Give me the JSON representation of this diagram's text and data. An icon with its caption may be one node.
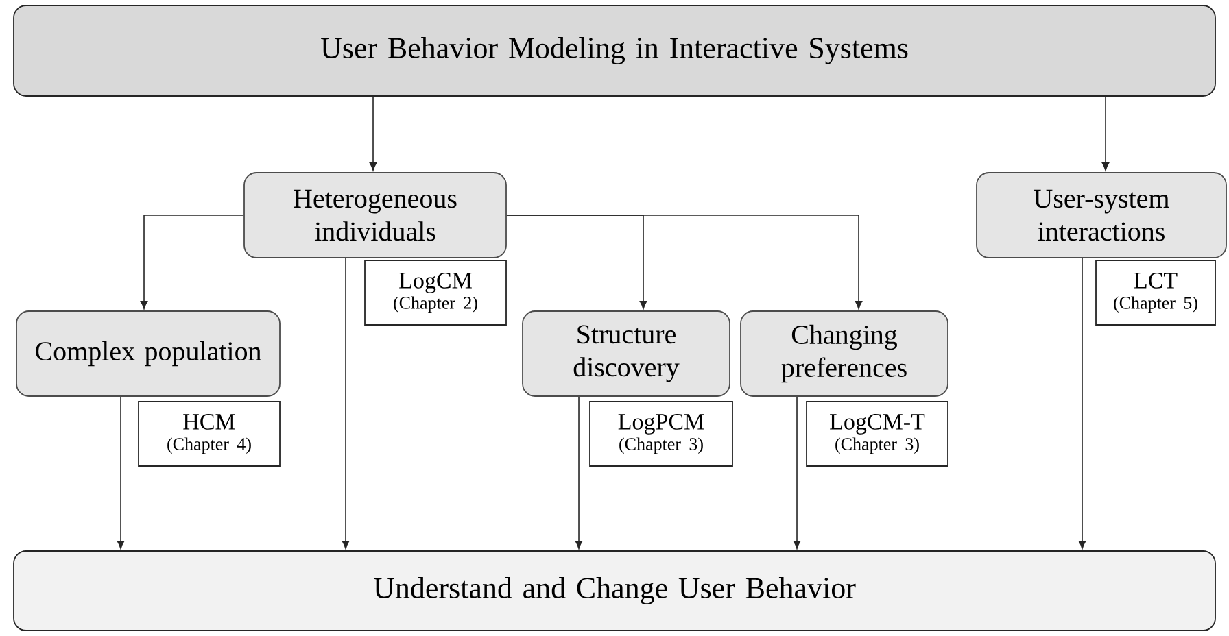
{
  "diagram": {
    "nodes": [
      {
        "text": [
          "User Behavior Modeling in Interactive Systems"
        ]
      },
      {
        "text": [
          "Heterogeneous individuals"
        ]
      },
      {
        "text": [
          "User-system interactions"
        ]
      },
      {
        "text": [
          "Complex population"
        ]
      },
      {
        "text": [
          "Structure discovery"
        ]
      },
      {
        "text": [
          "Changing preferences"
        ]
      },
      {
        "text": [
          "LogCM",
          "(Chapter 2)"
        ]
      },
      {
        "text": [
          "HCM",
          "(Chapter 4)"
        ]
      },
      {
        "text": [
          "LogPCM",
          "(Chapter 3)"
        ]
      },
      {
        "text": [
          "LogCM-T",
          "(Chapter 3)"
        ]
      },
      {
        "text": [
          "LCT",
          "(Chapter 5)"
        ]
      },
      {
        "text": [
          "Understand and Change User Behavior"
        ]
      }
    ],
    "edges": [
      {
        "from": 0,
        "to": 1,
        "arrow": "to"
      },
      {
        "from": 0,
        "to": 2,
        "arrow": "to"
      },
      {
        "from": 1,
        "to": 3,
        "arrow": "to"
      },
      {
        "from": 1,
        "to": 4,
        "arrow": "to"
      },
      {
        "from": 1,
        "to": 5,
        "arrow": "to"
      },
      {
        "from": 1,
        "to": 11,
        "arrow": "to"
      },
      {
        "from": 3,
        "to": 11,
        "arrow": "to"
      },
      {
        "from": 4,
        "to": 11,
        "arrow": "to"
      },
      {
        "from": 5,
        "to": 11,
        "arrow": "to"
      },
      {
        "from": 2,
        "to": 11,
        "arrow": "to"
      }
    ]
  }
}
